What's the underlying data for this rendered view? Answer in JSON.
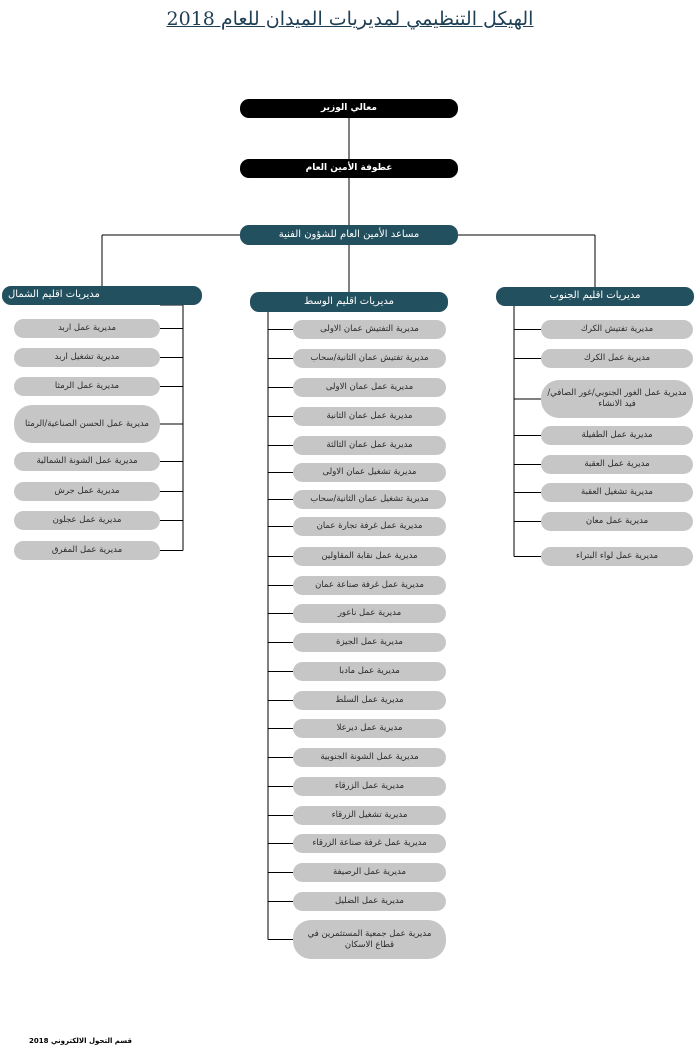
{
  "title": "الهيكل التنظيمي لمديريات الميدان للعام 2018",
  "footer": "قسم التحول الالكتروني 2018",
  "colors": {
    "top": "#000000",
    "region": "#22505f",
    "unit": "#c6c6c6",
    "lines": "#000000"
  },
  "minister": "معالي الوزير",
  "secretary_general": "عطوفة الأمين العام",
  "assistant": "مساعد الأمين العام للشؤون الفنية",
  "regions": {
    "north": {
      "label": "مديريات اقليم الشمال",
      "units": [
        "مديرية عمل اربد",
        "مديرية تشغيل اربد",
        "مديرية عمل الرمثا",
        "مديرية عمل الحسن الصناعية/الرمثا",
        "مديرية عمل الشونة الشمالية",
        "مديرية عمل جرش",
        "مديرية عمل عجلون",
        "مديرية عمل المفرق"
      ]
    },
    "center": {
      "label": "مديريات اقليم الوسط",
      "units": [
        "مديرية التفتيش عمان الاولى",
        "مديرية تفتيش عمان الثانية/سحاب",
        "مديرية عمل عمان الاولى",
        "مديرية عمل عمان الثانية",
        "مديرية عمل عمان الثالثة",
        "مديرية تشغيل عمان الاولى",
        "مديرية تشغيل عمان الثانية/سحاب",
        "مديرية عمل غرفة تجارة عمان",
        "مديرية عمل نقابة المقاولين",
        "مديرية عمل غرفة صناعة عمان",
        "مديرية عمل ناعور",
        "مديرية عمل الجيزة",
        "مديرية عمل مادبا",
        "مديرية عمل السلط",
        "مديرية عمل ديرعلا",
        "مديرية عمل الشونة الجنوبية",
        "مديرية عمل الزرقاء",
        "مديرية تشغيل الزرقاء",
        "مديرية عمل غرفة صناعة الزرقاء",
        "مديرية عمل الرصيفة",
        "مديرية عمل الضليل",
        "مديرية عمل جمعية المستثمرين في قطاع الاسكان"
      ]
    },
    "south": {
      "label": "مديريات اقليم الجنوب",
      "units": [
        "مديرية تفتيش الكرك",
        "مديرية عمل الكرك",
        "مديرية عمل الغور الجنوبي/غور الصافي/ فيد الانشاء",
        "مديرية عمل الطفيلة",
        "مديرية عمل العقبة",
        "مديرية تشغيل العقبة",
        "مديرية عمل معان",
        "مديرية عمل لواء البتراء"
      ]
    }
  }
}
